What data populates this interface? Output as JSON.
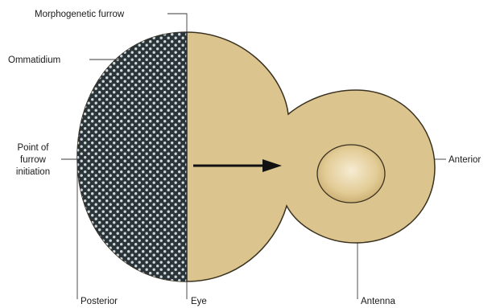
{
  "labels": {
    "morphogenetic_furrow": "Morphogenetic furrow",
    "ommatidium": "Ommatidium",
    "point_of_furrow_initiation": [
      "Point of",
      "furrow",
      "initiation"
    ],
    "posterior": "Posterior",
    "eye": "Eye",
    "antenna": "Antenna",
    "anterior": "Anterior"
  },
  "colors": {
    "disc_fill": "#dcc48f",
    "disc_outline": "#3a3220",
    "posterior_region": "#2b3438",
    "ommatidia_dots": "#cfd8da",
    "antenna_center": "#f3e6c4",
    "arrow": "#111111"
  }
}
